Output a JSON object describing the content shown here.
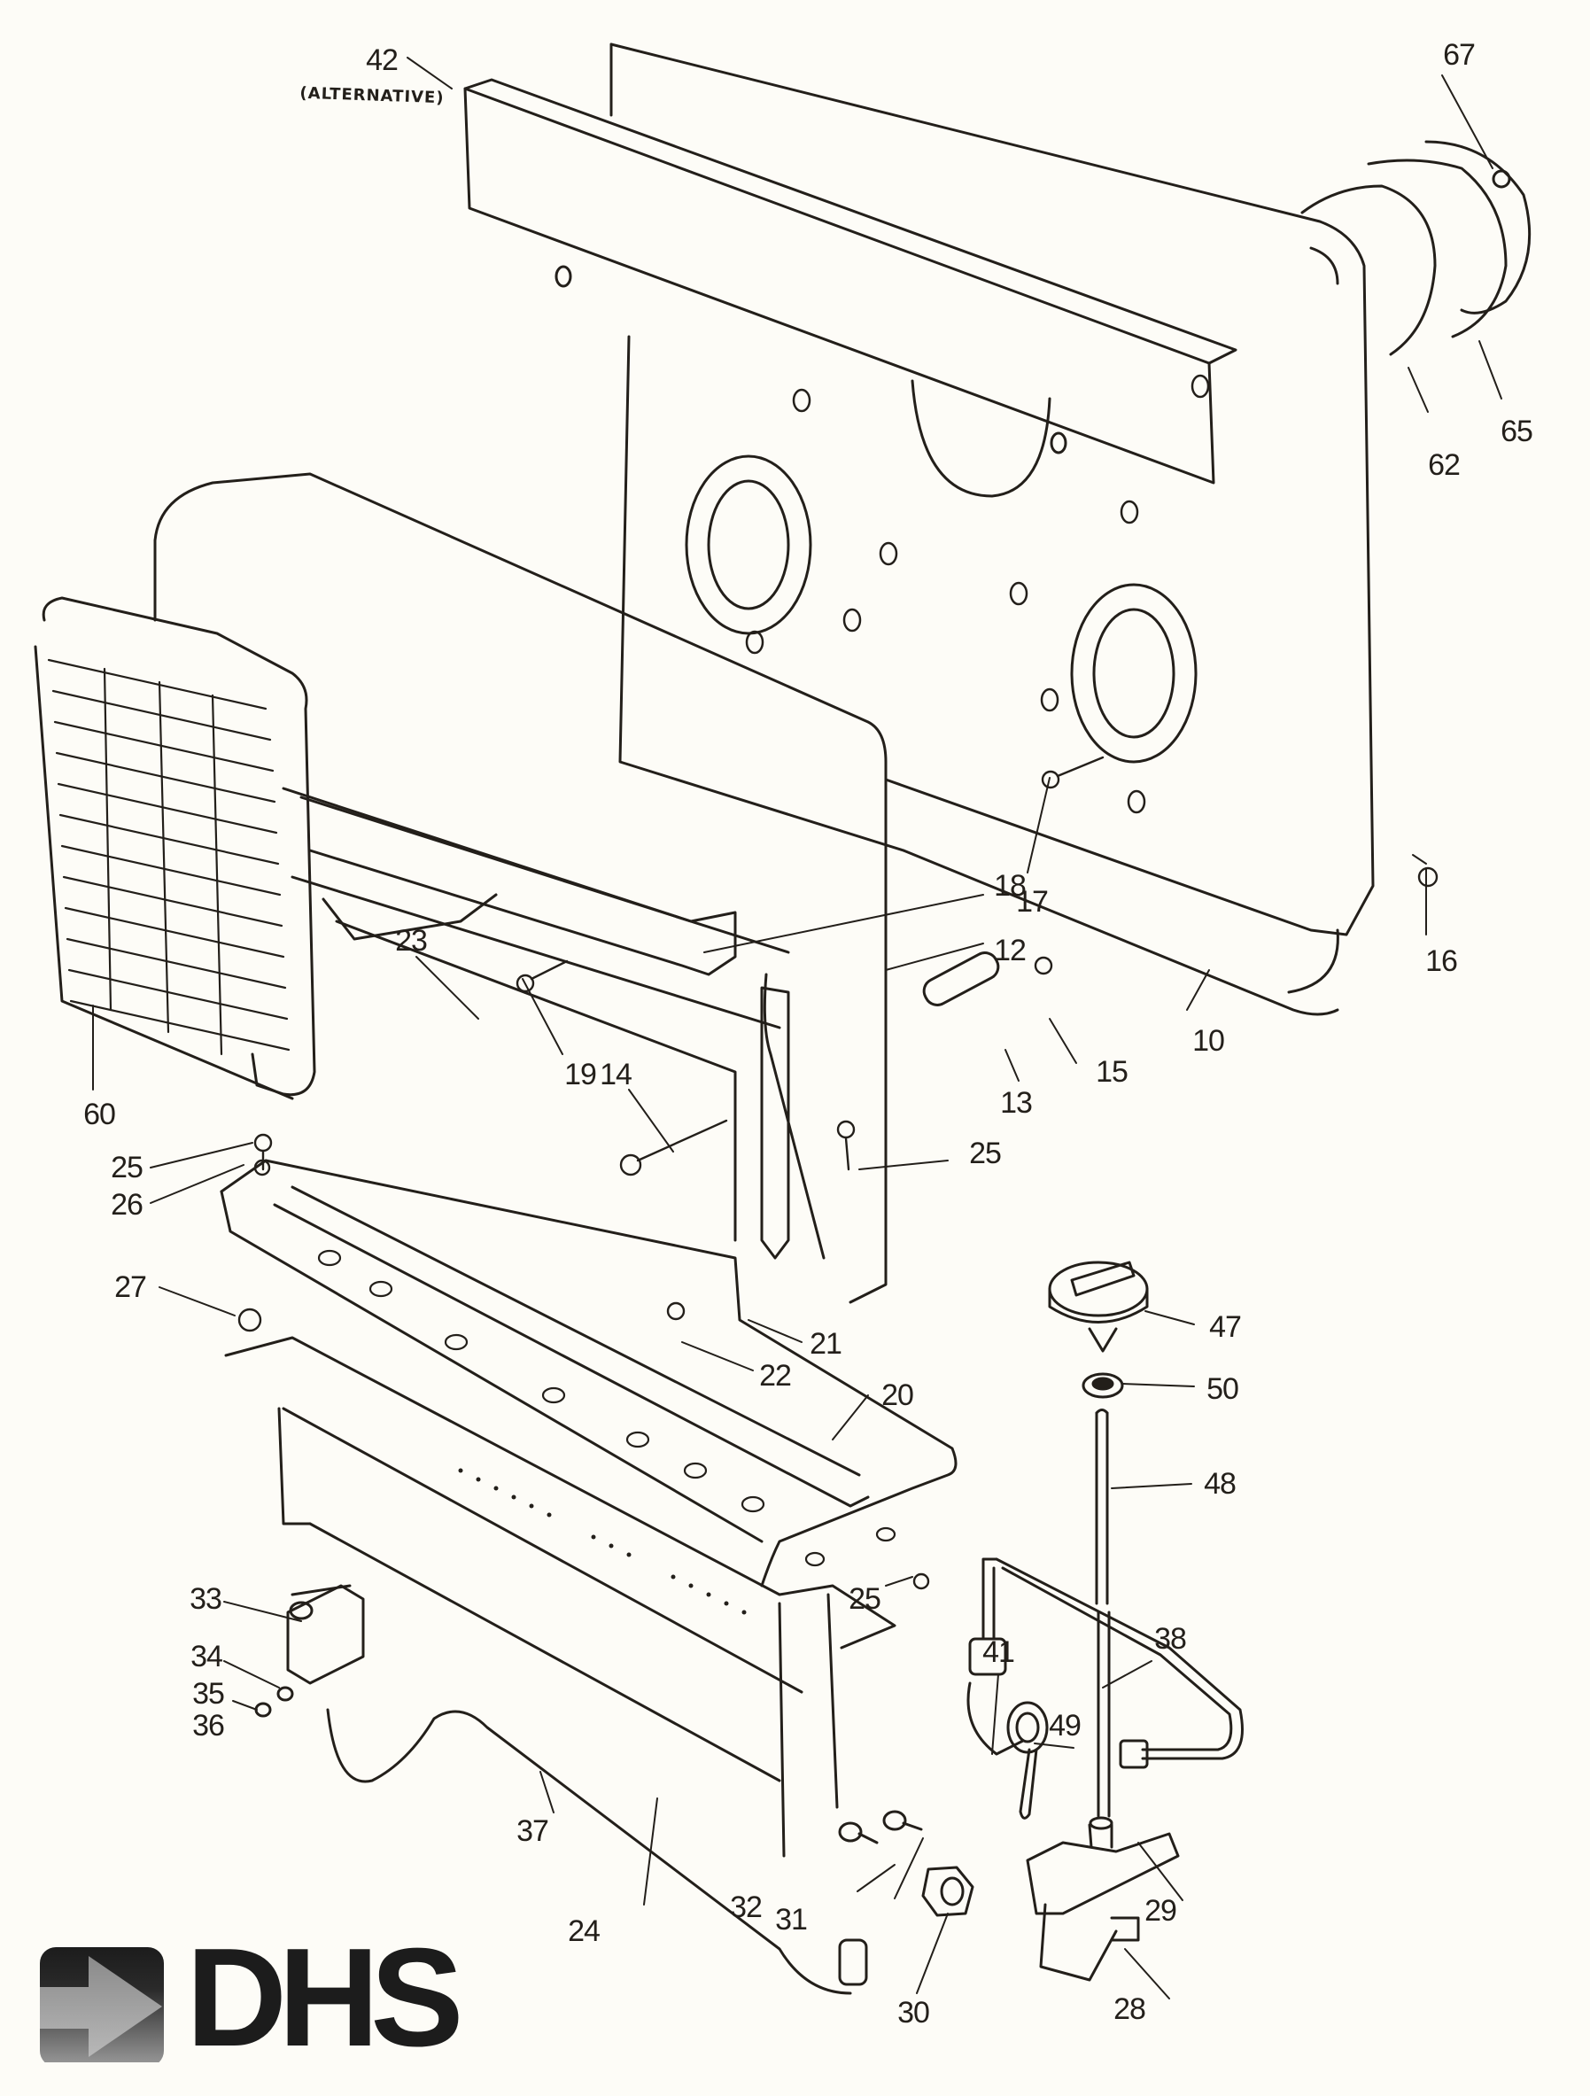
{
  "diagram": {
    "type": "exploded-parts-diagram",
    "alternative_note": "(ALTERNATIVE)",
    "callouts": [
      {
        "id": "42"
      },
      {
        "id": "67"
      },
      {
        "id": "65"
      },
      {
        "id": "62"
      },
      {
        "id": "17"
      },
      {
        "id": "16"
      },
      {
        "id": "18"
      },
      {
        "id": "12"
      },
      {
        "id": "10"
      },
      {
        "id": "23"
      },
      {
        "id": "19"
      },
      {
        "id": "14"
      },
      {
        "id": "13"
      },
      {
        "id": "15"
      },
      {
        "id": "25"
      },
      {
        "id": "60"
      },
      {
        "id": "25"
      },
      {
        "id": "26"
      },
      {
        "id": "27"
      },
      {
        "id": "22"
      },
      {
        "id": "21"
      },
      {
        "id": "20"
      },
      {
        "id": "47"
      },
      {
        "id": "50"
      },
      {
        "id": "48"
      },
      {
        "id": "25"
      },
      {
        "id": "33"
      },
      {
        "id": "34"
      },
      {
        "id": "35"
      },
      {
        "id": "36"
      },
      {
        "id": "38"
      },
      {
        "id": "41"
      },
      {
        "id": "49"
      },
      {
        "id": "37"
      },
      {
        "id": "24"
      },
      {
        "id": "32"
      },
      {
        "id": "31"
      },
      {
        "id": "30"
      },
      {
        "id": "29"
      },
      {
        "id": "28"
      }
    ]
  },
  "logo": {
    "text": "DHS",
    "icon": "arrow-right-icon"
  },
  "colors": {
    "ink": "#231f1a",
    "paper": "#fdfcf7",
    "logo_dark": "#1c1c1c",
    "logo_grey": "#9a9a9a"
  }
}
